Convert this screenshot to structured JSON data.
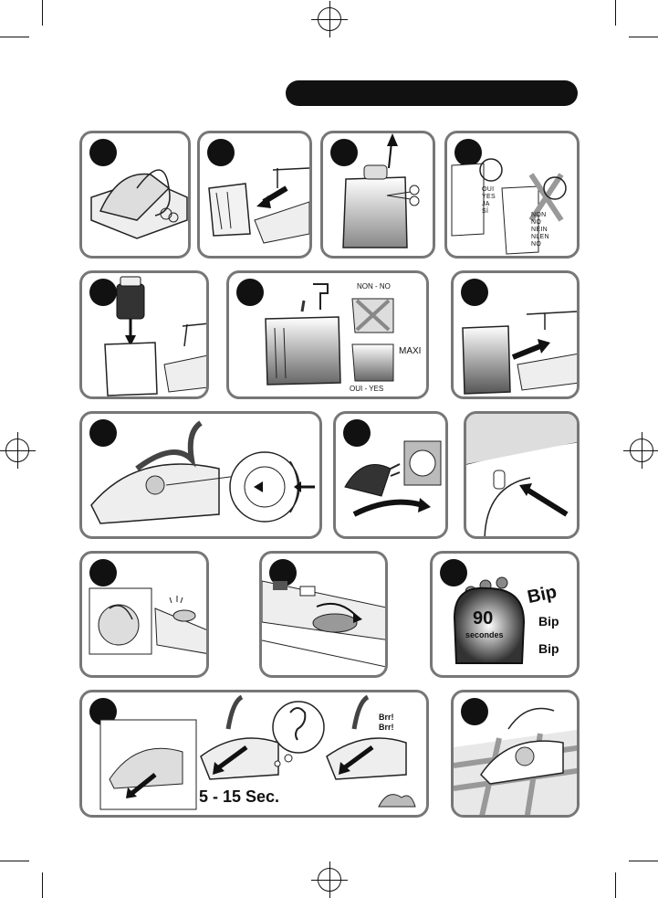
{
  "page": {
    "header_bar_text": ""
  },
  "panel4": {
    "oui_list": [
      "OUI",
      "YES",
      "JA",
      "SÍ"
    ],
    "non_list": [
      "NON",
      "NO",
      "NEIN",
      "NLEN",
      "NO"
    ]
  },
  "panel6": {
    "non_no": "NON - NO",
    "maxi": "MAXI",
    "oui_yes": "OUI - YES"
  },
  "panel13": {
    "ninety": "90",
    "secondes": "secondes",
    "bip1": "Bip",
    "bip2": "Bip",
    "bip3": "Bip"
  },
  "panel14": {
    "brr1": "Brr!",
    "brr2": "Brr!",
    "duration": "5 - 15 Sec."
  }
}
